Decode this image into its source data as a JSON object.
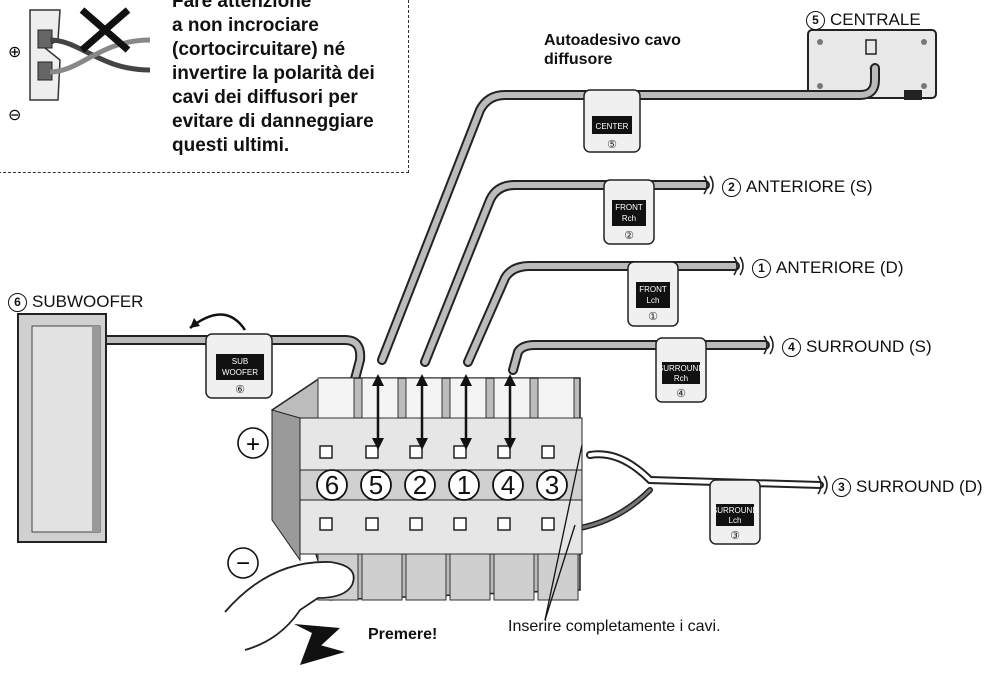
{
  "warning": {
    "line1": "Fare attenzione",
    "line2": "a non incrociare",
    "line3": "(cortocircuitare) né",
    "line4": "invertire la polarità dei",
    "line5": "cavi dei diffusori per",
    "line6": "evitare di danneggiare",
    "line7": "questi ultimi."
  },
  "sticker_label": "Autoadesivo cavo\ndiffusore",
  "speakers": {
    "centrale": {
      "num": "5",
      "label": "CENTRALE"
    },
    "front_l": {
      "num": "2",
      "label": "ANTERIORE (S)"
    },
    "front_r": {
      "num": "1",
      "label": "ANTERIORE (D)"
    },
    "surround_l": {
      "num": "4",
      "label": "SURROUND (S)"
    },
    "surround_r": {
      "num": "3",
      "label": "SURROUND (D)"
    },
    "subwoofer": {
      "num": "6",
      "label": "SUBWOOFER"
    }
  },
  "tags": {
    "center": {
      "line1": "CENTER",
      "line2": "",
      "num": "⑤"
    },
    "front_r": {
      "line1": "FRONT",
      "line2": "Rch",
      "num": "②"
    },
    "front_l": {
      "line1": "FRONT",
      "line2": "Lch",
      "num": "①"
    },
    "surround_r": {
      "line1": "SURROUND",
      "line2": "Rch",
      "num": "④"
    },
    "surround_l": {
      "line1": "SURROUND",
      "line2": "Lch",
      "num": "③"
    },
    "sub": {
      "line1": "SUB",
      "line2": "WOOFER",
      "num": "⑥"
    }
  },
  "terminal_numbers": [
    "6",
    "5",
    "2",
    "1",
    "4",
    "3"
  ],
  "plus_sign": "+",
  "minus_sign": "−",
  "small_plus": "⊕",
  "small_minus": "⊖",
  "press_label": "Premere!",
  "insert_label": "Inserire completamente i cavi."
}
